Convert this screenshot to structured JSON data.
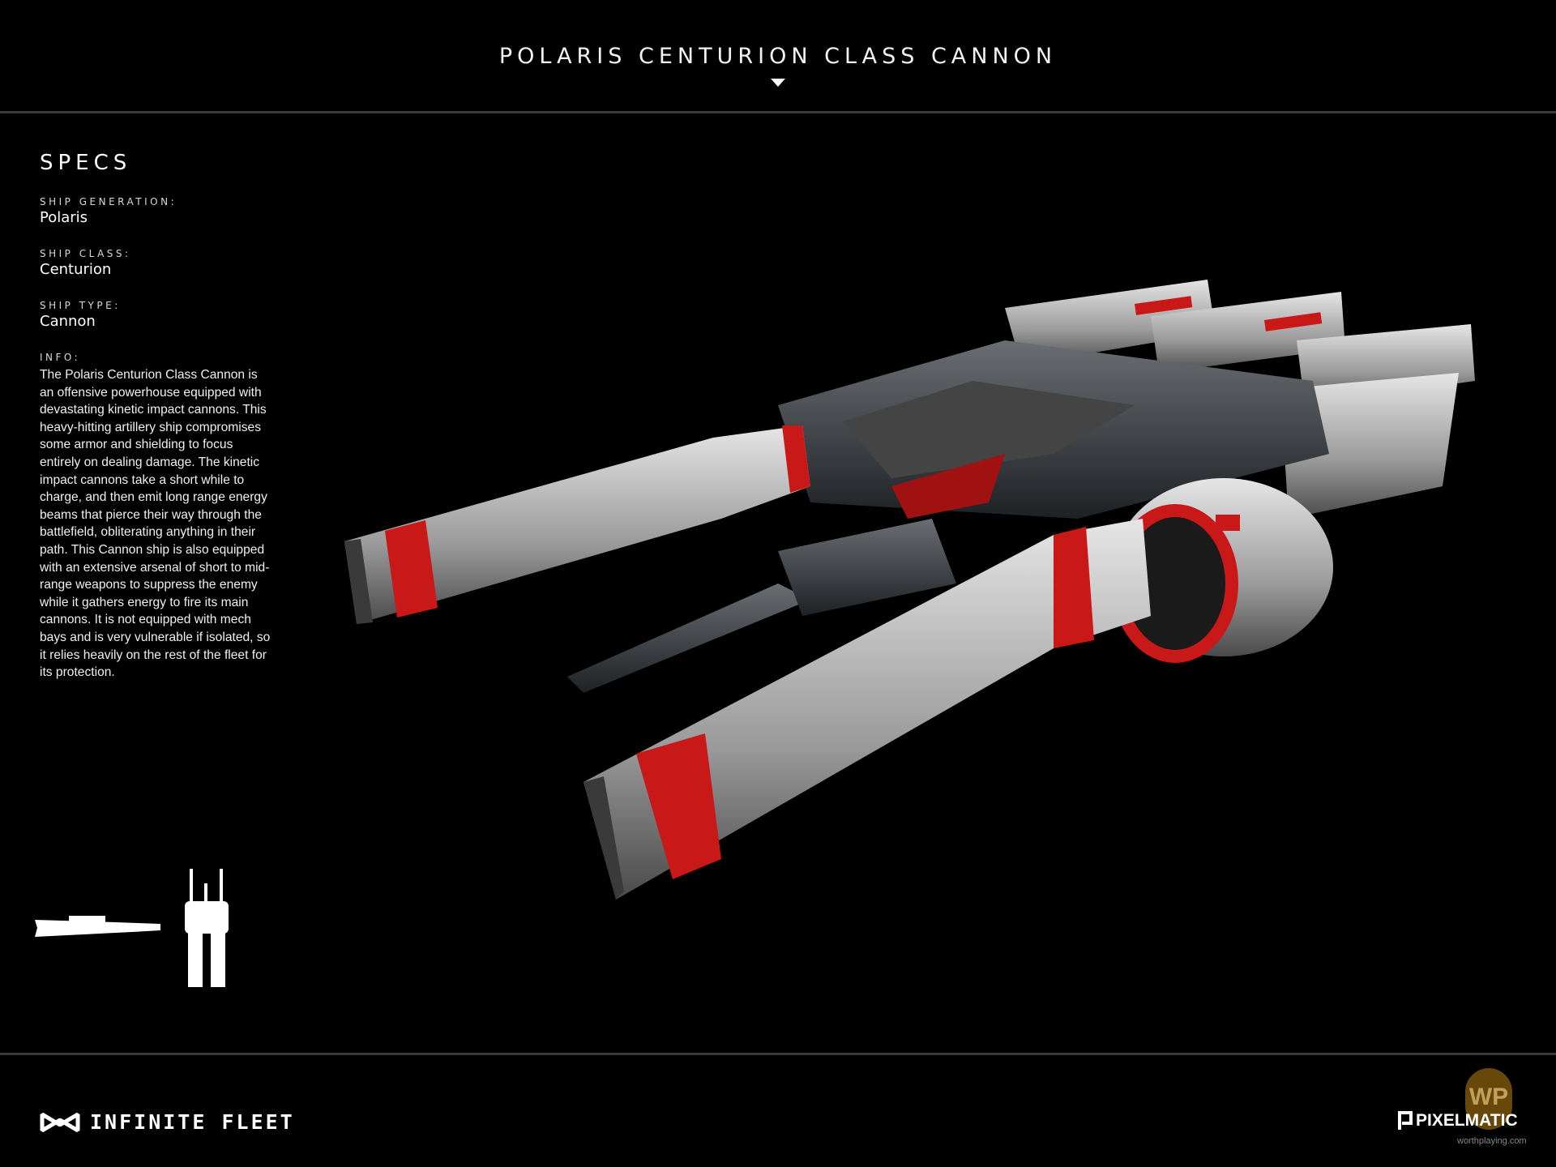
{
  "header": {
    "title": "POLARIS CENTURION CLASS CANNON"
  },
  "specs": {
    "heading": "SPECS",
    "fields": [
      {
        "label": "SHIP GENERATION:",
        "value": "Polaris"
      },
      {
        "label": "SHIP CLASS:",
        "value": "Centurion"
      },
      {
        "label": "SHIP TYPE:",
        "value": "Cannon"
      }
    ],
    "info_label": "INFO:",
    "info_text": "The Polaris Centurion Class Cannon is an offensive powerhouse equipped with devastating kinetic impact cannons. This heavy-hitting artillery ship compromises some armor and shielding to focus entirely on dealing damage. The kinetic impact cannons take a short while to charge, and then emit long range energy beams that pierce their way through the battlefield, obliterating anything in their path. This Cannon ship is also equipped with an extensive arsenal of short to mid-range weapons to suppress the enemy while it gathers energy to fire its main cannons. It is not equipped with mech bays and is very vulnerable if isolated, so it relies heavily on the rest of the fleet for its protection."
  },
  "footer": {
    "game_logo": "INFINITE FLEET",
    "studio_logo": "PIXELMATIC",
    "watermark": "worthplaying.com",
    "watermark_badge": "WP"
  },
  "colors": {
    "background": "#000000",
    "rule": "#3a3a3a",
    "hull": "#b8b8b8",
    "accent": "#c81818"
  }
}
